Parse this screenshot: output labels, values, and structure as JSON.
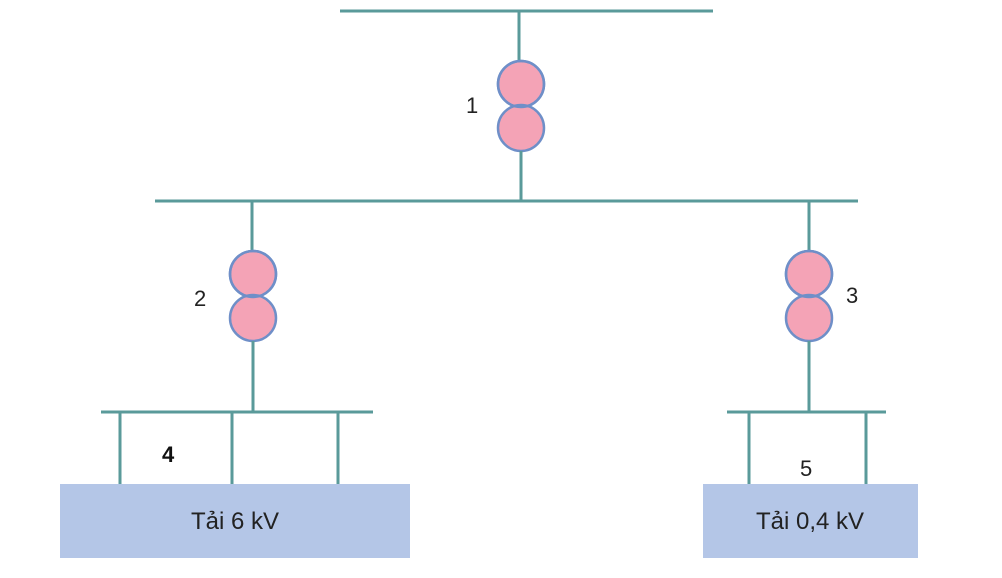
{
  "transformers": [
    {
      "id": "t1",
      "label": "1"
    },
    {
      "id": "t2",
      "label": "2"
    },
    {
      "id": "t3",
      "label": "3"
    }
  ],
  "buses": [
    {
      "id": "b4",
      "label": "4"
    },
    {
      "id": "b5",
      "label": "5"
    }
  ],
  "loads": [
    {
      "id": "load-6kv",
      "label": "Tải 6 kV"
    },
    {
      "id": "load-04kv",
      "label": "Tải 0,4 kV"
    }
  ],
  "colors": {
    "wire": "#5a9a9a",
    "winding_fill": "#f4a3b6",
    "winding_stroke": "#6f8fc8",
    "load_fill": "#b4c6e7"
  }
}
